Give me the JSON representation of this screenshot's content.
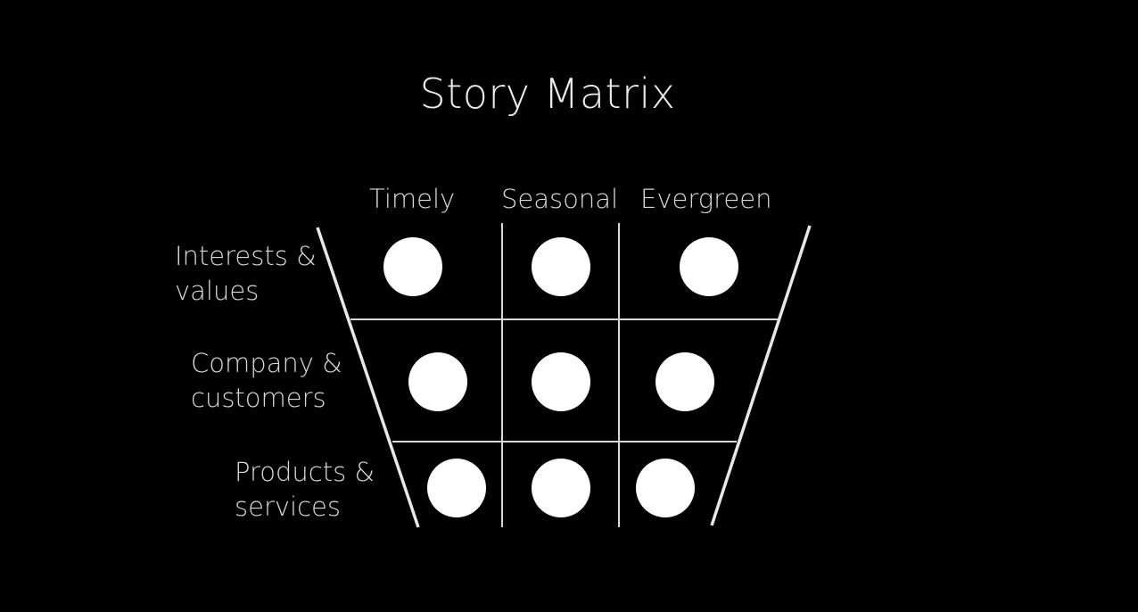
{
  "title": "Story Matrix",
  "columns": [
    "Timely",
    "Seasonal",
    "Evergreen"
  ],
  "rows": [
    {
      "line1": "Interests &",
      "line2": "values"
    },
    {
      "line1": "Company &",
      "line2": "customers"
    },
    {
      "line1": "Products &",
      "line2": "services"
    }
  ],
  "colors": {
    "background": "#000000",
    "lines": "#e8e8e8",
    "dots": "#ffffff",
    "text": "#d8d8d8"
  }
}
